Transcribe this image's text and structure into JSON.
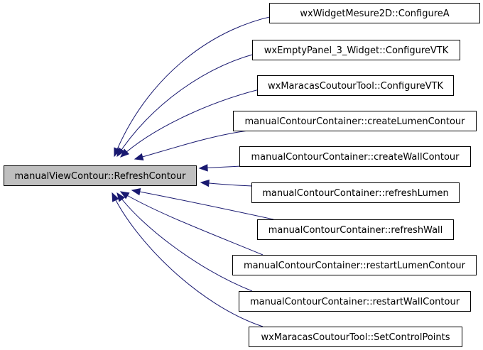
{
  "colors": {
    "edge": "#191970",
    "focus_fill": "#bfbfbf",
    "node_fill": "#ffffff",
    "border": "#000000"
  },
  "target": {
    "name": "focus-node",
    "label": "manualViewContour::RefreshContour"
  },
  "callers": [
    {
      "name": "caller-wxwidgetmesure2d-configurea",
      "label": "wxWidgetMesure2D::ConfigureA"
    },
    {
      "name": "caller-wxemptypanel-3-widget-configurevtk",
      "label": "wxEmptyPanel_3_Widget::ConfigureVTK"
    },
    {
      "name": "caller-wxmaracascoutourtool-configurevtk",
      "label": "wxMaracasCoutourTool::ConfigureVTK"
    },
    {
      "name": "caller-createlumencontour",
      "label": "manualContourContainer::createLumenContour"
    },
    {
      "name": "caller-createwallcontour",
      "label": "manualContourContainer::createWallContour"
    },
    {
      "name": "caller-refreshlumen",
      "label": "manualContourContainer::refreshLumen"
    },
    {
      "name": "caller-refreshwall",
      "label": "manualContourContainer::refreshWall"
    },
    {
      "name": "caller-restartlumencontour",
      "label": "manualContourContainer::restartLumenContour"
    },
    {
      "name": "caller-restartwallcontour",
      "label": "manualContourContainer::restartWallContour"
    },
    {
      "name": "caller-setcontrolpoints",
      "label": "wxMaracasCoutourTool::SetControlPoints"
    }
  ]
}
